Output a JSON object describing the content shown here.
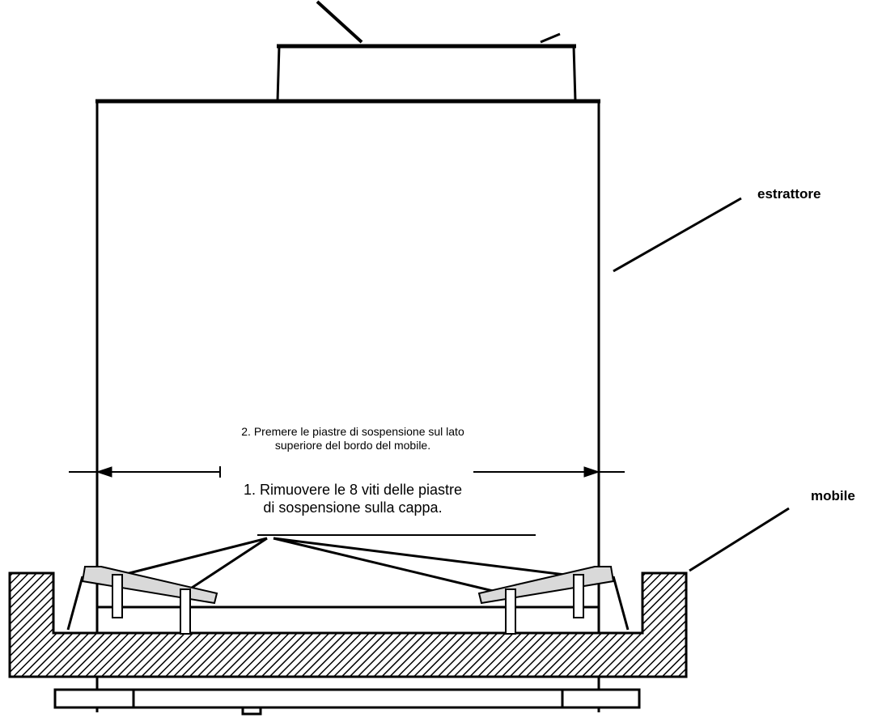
{
  "labels": {
    "extractor": "estrattore",
    "cabinet": "mobile"
  },
  "instructions": {
    "step2_line1": "2. Premere le piastre di sospensione sul lato",
    "step2_line2": "superiore del bordo del mobile.",
    "step1_line1": "1. Rimuovere le 8 viti delle piastre",
    "step1_line2": "di sospensione sulla cappa."
  },
  "colors": {
    "ink": "#000000",
    "paper": "#ffffff",
    "plate": "#d9d9d9"
  }
}
